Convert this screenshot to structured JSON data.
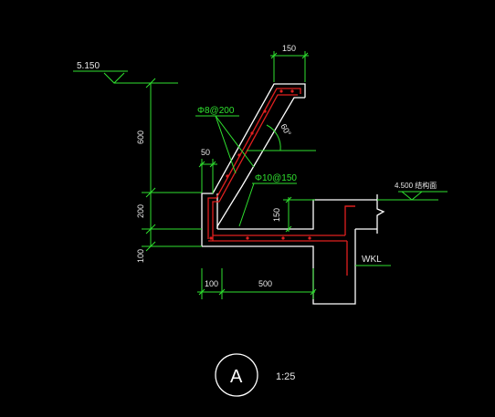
{
  "drawing": {
    "background_color": "#000000",
    "colors": {
      "outline": "#ffffff",
      "dimension": "#2fe12f",
      "rebar": "#e0201f",
      "text": "#e8e8e8"
    },
    "elevations": {
      "top_level": "5.150",
      "right_level": "4.500 结构面"
    },
    "dimensions": {
      "top_width": "150",
      "height_upper": "600",
      "height_middle": "200",
      "height_lower": "100",
      "offset_small": "50",
      "slab_height": "150",
      "base_left": "100",
      "base_right": "500"
    },
    "rebar_labels": {
      "stirrup": "Φ8@200",
      "distribution": "Φ10@150"
    },
    "angle": "60°",
    "beam_label": "WKL",
    "section": {
      "letter": "A",
      "scale": "1:25"
    }
  }
}
